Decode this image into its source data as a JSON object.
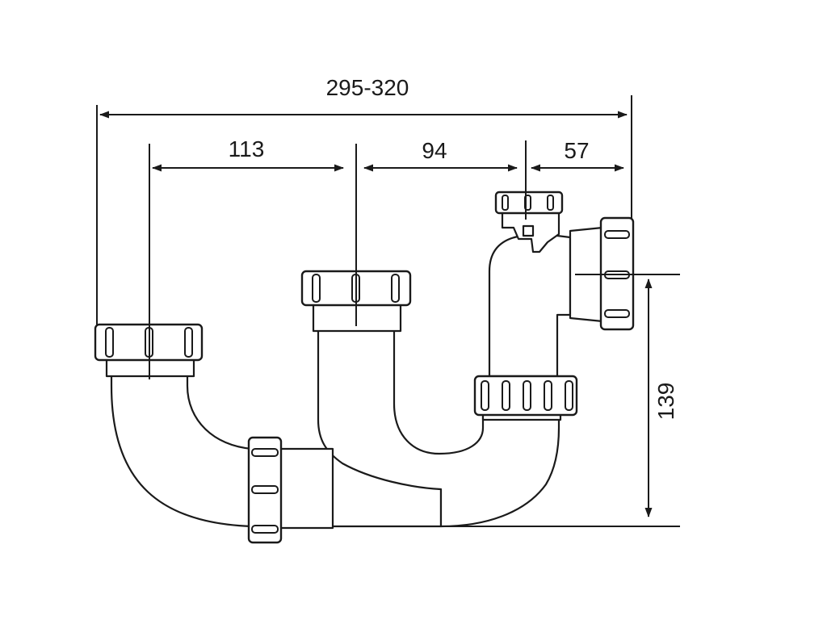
{
  "dimensions": {
    "overall_width": "295-320",
    "inlet_to_center": "113",
    "center_to_standpipe": "94",
    "standpipe_to_outlet": "57",
    "outlet_height": "139"
  },
  "colors": {
    "stroke": "#1a1a1a",
    "background": "#ffffff"
  }
}
